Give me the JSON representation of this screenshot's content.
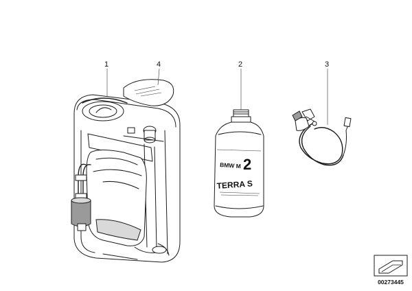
{
  "callouts": [
    {
      "id": "1",
      "label": "1"
    },
    {
      "id": "4",
      "label": "4"
    },
    {
      "id": "2",
      "label": "2"
    },
    {
      "id": "3",
      "label": "3"
    }
  ],
  "bottle": {
    "brand_line": "BMW M",
    "number": "2",
    "product": "TERRA S"
  },
  "doc_number": "00273445",
  "icons": [
    "compressor-tank",
    "sealant-card",
    "sealant-bottle",
    "air-hose-with-valve",
    "document-corner-icon"
  ]
}
